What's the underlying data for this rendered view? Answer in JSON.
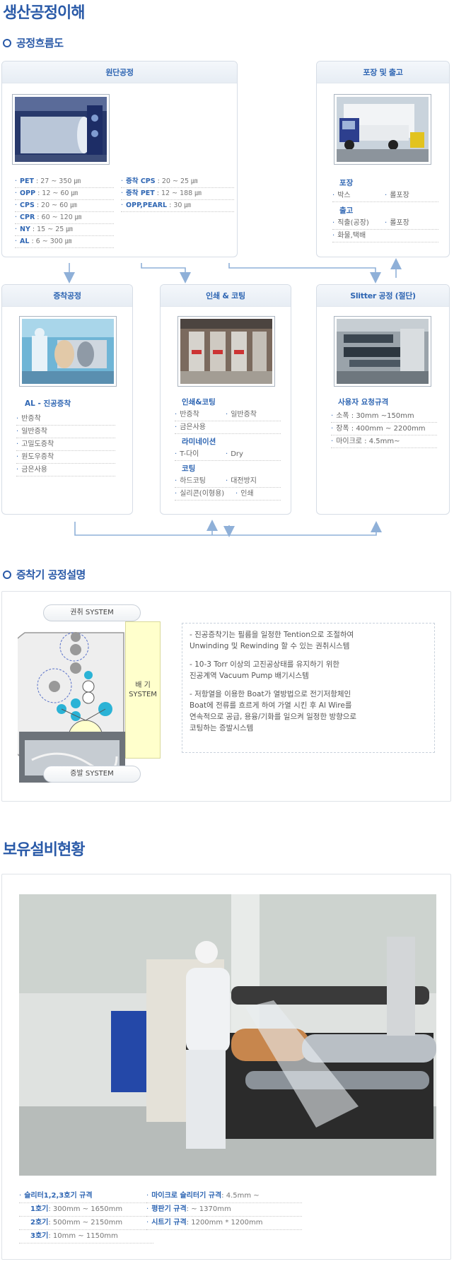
{
  "page_title": "생산공정이해",
  "section_flow": {
    "title": "공정흐름도"
  },
  "boxes": {
    "raw": {
      "title": "원단공정",
      "left_specs": [
        {
          "k": "PET",
          "v": " :  27 ~ 350 ㎛"
        },
        {
          "k": "OPP",
          "v": " : 12 ~ 60 ㎛"
        },
        {
          "k": "CPS",
          "v": " : 20 ~ 60 ㎛"
        },
        {
          "k": "CPR",
          "v": " : 60 ~ 120 ㎛"
        },
        {
          "k": "NY",
          "v": " : 15 ~ 25 ㎛"
        },
        {
          "k": "AL",
          "v": " : 6 ~ 300 ㎛"
        }
      ],
      "right_specs": [
        {
          "k": "증착 CPS",
          "v": " : 20 ~ 25 ㎛"
        },
        {
          "k": "증착 PET",
          "v": " : 12 ~ 188 ㎛"
        },
        {
          "k": "OPP,PEARL",
          "v": " : 30 ㎛"
        }
      ]
    },
    "pack": {
      "title": "포장 및 출고",
      "sub1": "포장",
      "sub1_items": [
        "박스",
        "롤포장"
      ],
      "sub2": "출고",
      "sub2_rows": [
        [
          "직출(공장)",
          "롤포장"
        ],
        [
          "화물,택배"
        ]
      ]
    },
    "depo": {
      "title": "증착공정",
      "sub": "AL - 진공증착",
      "items": [
        "반증착",
        "일반증착",
        "고밀도증착",
        "원도우증착",
        "금은사용"
      ]
    },
    "print": {
      "title": "인쇄 & 코팅",
      "sub1": "인쇄&코팅",
      "sub1_rows": [
        [
          "반증착",
          "일반증착"
        ],
        [
          "금은사용"
        ]
      ],
      "sub2": "라미네이션",
      "sub2_rows": [
        [
          "T-다이",
          "Dry"
        ]
      ],
      "sub3": "코팅",
      "sub3_rows": [
        [
          "하드코팅",
          "대전방지"
        ],
        [
          "실리콘(이형용)",
          "인쇄"
        ]
      ]
    },
    "slit": {
      "title": "Slitter 공정 (절단)",
      "sub": "사용자 요청규격",
      "items": [
        "소폭 : 30mm ~150mm",
        "장폭 : 400mm ~ 2200mm",
        "마이크로 : 4.5mm~"
      ]
    }
  },
  "section_depo": {
    "title": "증착기 공정설명",
    "top_pill": "권취 SYSTEM",
    "bottom_pill": "증발 SYSTEM",
    "exhaust_label": "배 기\nSYSTEM",
    "paragraphs": [
      "- 진공증착기는 필름을 일정한 Tention으로 조절하여\n   Unwinding 및 Rewinding  할 수 있는 권취시스템",
      "- 10-3 Torr 이상의 고진공상태를 유지하기 위한\n   진공계역 Vacuum Pump 배기시스템",
      "- 저항열을 이용한 Boat가 열방법으로 전기저항체인\n   Boat에 전류를 흐르게 하여 가열 시킨 후 Al Wire를\n   연속적으로 공급, 용융/기화를 일으켜 일정한 방향으로\n   코팅하는 증발시스템"
    ]
  },
  "equipment": {
    "title": "보유설비현황",
    "left_specs": [
      {
        "k": "슬리터1,2,3호기 규격",
        "v": ""
      },
      {
        "k": "1호기",
        "v": ": 300mm ~ 1650mm",
        "indent": true
      },
      {
        "k": "2호기",
        "v": ": 500mm ~ 2150mm",
        "indent": true
      },
      {
        "k": "3호기",
        "v": ": 10mm  ~ 1150mm",
        "indent": true
      }
    ],
    "right_specs": [
      {
        "k": "마이크로 슬리터기 규격",
        "v": ": 4.5mm ~"
      },
      {
        "k": "평판기 규격",
        "v": ": ~ 1370mm"
      },
      {
        "k": "시트기 규격",
        "v": ": 1200mm * 1200mm"
      }
    ]
  }
}
